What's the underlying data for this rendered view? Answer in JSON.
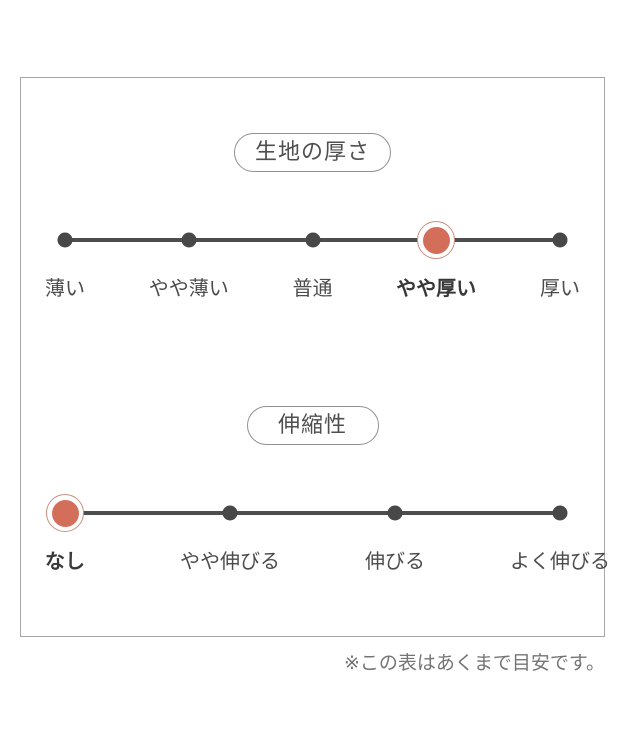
{
  "chart_data": [
    {
      "type": "line",
      "title": "生地の厚さ",
      "categories": [
        "薄い",
        "やや薄い",
        "普通",
        "やや厚い",
        "厚い"
      ],
      "selected_index": 3,
      "selected_value": "やや厚い",
      "layout": "horizontal ordinal scale, 5 evenly spaced points, selected point highlighted"
    },
    {
      "type": "line",
      "title": "伸縮性",
      "categories": [
        "なし",
        "やや伸びる",
        "伸びる",
        "よく伸びる"
      ],
      "selected_index": 0,
      "selected_value": "なし",
      "layout": "horizontal ordinal scale, 4 evenly spaced points, selected point highlighted"
    }
  ],
  "note": "※この表はあくまで目安です。",
  "colors": {
    "accent_fill": "#d26e59",
    "accent_ring": "#c9907f",
    "track_line": "#4d4d4d",
    "dot": "#484848",
    "label_text": "#4c4c4c",
    "selected_label_text": "#383838",
    "pill_border": "#919191",
    "pill_text": "#4f4f4f",
    "box_border": "#a6a6a6",
    "note_text": "#757575",
    "background": "#ffffff"
  }
}
